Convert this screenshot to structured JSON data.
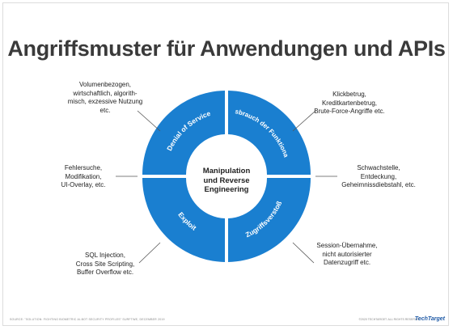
{
  "title": "Angriffsmuster für Anwendungen und APIs",
  "center": {
    "line1": "Manipulation",
    "line2": "und Reverse",
    "line3": "Engineering"
  },
  "segments": [
    {
      "id": "dos",
      "label": "Denial of Service"
    },
    {
      "id": "misuse",
      "label": "Missbrauch der Funktionalität"
    },
    {
      "id": "exploit",
      "label": "Exploit"
    },
    {
      "id": "access",
      "label": "Zugriffsverstoß"
    }
  ],
  "notes": {
    "top_left": [
      "Volumenbezogen,",
      "wirtschaftlich, algorith-",
      "misch, exzessive Nutzung",
      "etc."
    ],
    "top_right": [
      "Klickbetrug,",
      "Kreditkartenbetrug,",
      "Brute-Force-Angriffe etc."
    ],
    "mid_left": [
      "Fehlersuche,",
      "Modifikation,",
      "UI-Overlay, etc."
    ],
    "mid_right": [
      "Schwachstelle,",
      "Entdeckung,",
      "Geheimnissdiebstahl, etc."
    ],
    "bottom_left": [
      "SQL Injection,",
      "Cross Site Scripting,",
      "Buffer Overflow etc."
    ],
    "bottom_right": [
      "Session-Übernahme,",
      "nicht autorisierter",
      "Datenzugriff etc."
    ]
  },
  "footer": {
    "source": "SOURCE: \"SOLUTION: FIGHTING BIOMETRIC AI-BOT SECURITY PROFILES\" SURFTWE, DECEMBER 2019",
    "copyright": "©2020 TECHTARGET. ALL RIGHTS RESERVED",
    "logo": "TechTarget"
  },
  "colors": {
    "segment": "#1a7fd0",
    "gap": "#ffffff",
    "title": "#3a3a3a",
    "leader": "#555555"
  }
}
